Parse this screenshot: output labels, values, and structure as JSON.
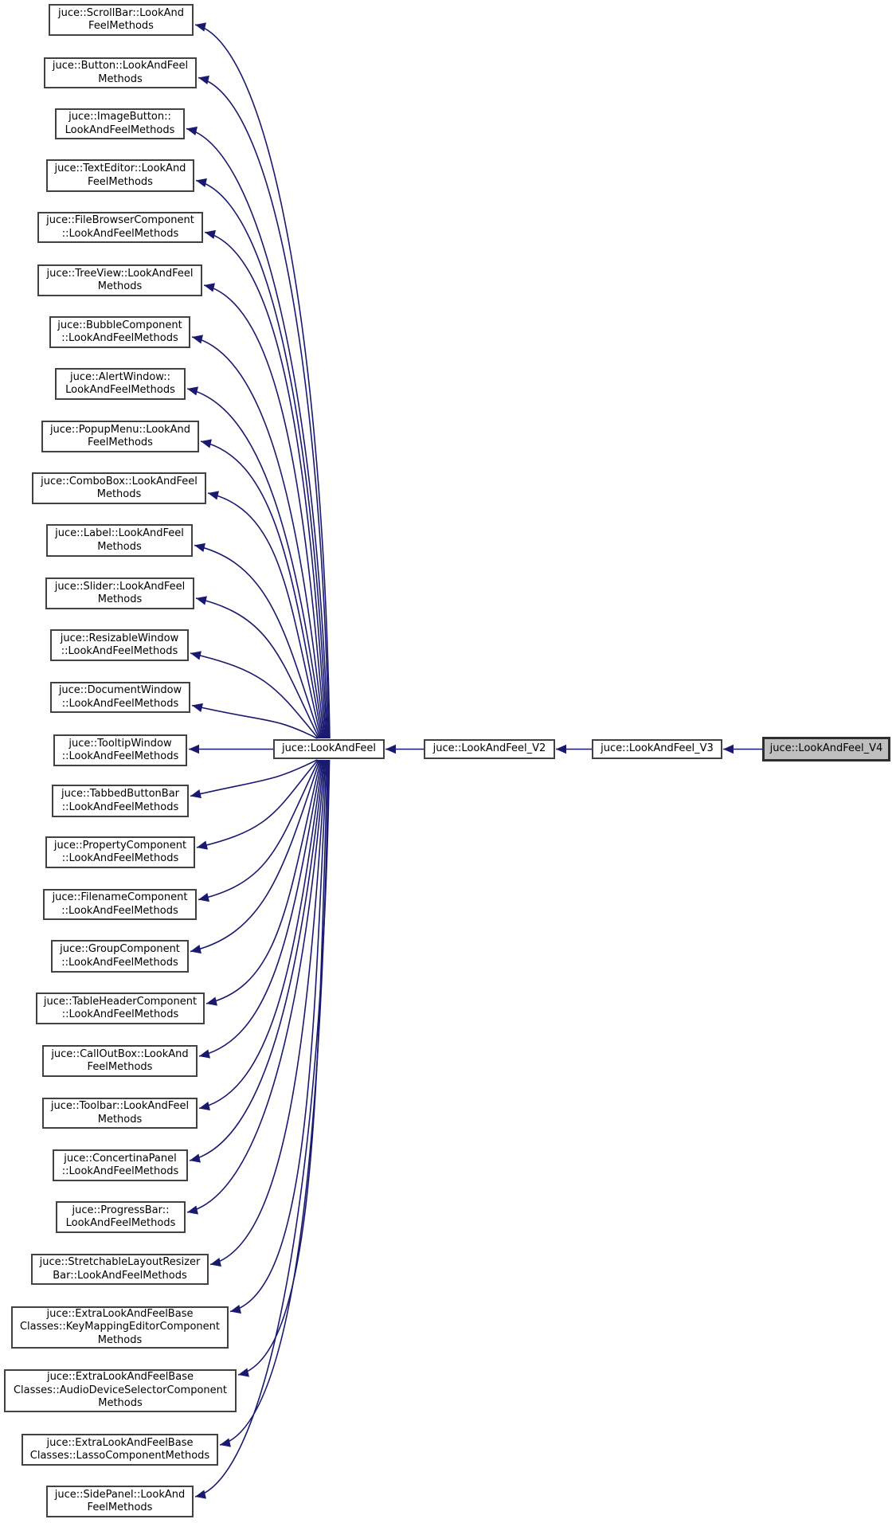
{
  "diagram": {
    "type": "inheritance-graph",
    "colors": {
      "edge": "#191970",
      "box_border": "#424242",
      "box_fill": "#ffffff",
      "highlight_fill": "#bfbfbf",
      "highlight_border": "#2e2e2e",
      "text": "#000000"
    },
    "nodes": [
      {
        "id": "scrollbar",
        "lines": [
          "juce::ScrollBar::LookAnd",
          "FeelMethods"
        ]
      },
      {
        "id": "button",
        "lines": [
          "juce::Button::LookAndFeel",
          "Methods"
        ]
      },
      {
        "id": "imagebutton",
        "lines": [
          "juce::ImageButton::",
          "LookAndFeelMethods"
        ]
      },
      {
        "id": "texteditor",
        "lines": [
          "juce::TextEditor::LookAnd",
          "FeelMethods"
        ]
      },
      {
        "id": "filebrowser",
        "lines": [
          "juce::FileBrowserComponent",
          "::LookAndFeelMethods"
        ]
      },
      {
        "id": "treeview",
        "lines": [
          "juce::TreeView::LookAndFeel",
          "Methods"
        ]
      },
      {
        "id": "bubble",
        "lines": [
          "juce::BubbleComponent",
          "::LookAndFeelMethods"
        ]
      },
      {
        "id": "alertwindow",
        "lines": [
          "juce::AlertWindow::",
          "LookAndFeelMethods"
        ]
      },
      {
        "id": "popupmenu",
        "lines": [
          "juce::PopupMenu::LookAnd",
          "FeelMethods"
        ]
      },
      {
        "id": "combobox",
        "lines": [
          "juce::ComboBox::LookAndFeel",
          "Methods"
        ]
      },
      {
        "id": "label",
        "lines": [
          "juce::Label::LookAndFeel",
          "Methods"
        ]
      },
      {
        "id": "slider",
        "lines": [
          "juce::Slider::LookAndFeel",
          "Methods"
        ]
      },
      {
        "id": "resizablewindow",
        "lines": [
          "juce::ResizableWindow",
          "::LookAndFeelMethods"
        ]
      },
      {
        "id": "documentwindow",
        "lines": [
          "juce::DocumentWindow",
          "::LookAndFeelMethods"
        ]
      },
      {
        "id": "tooltipwindow",
        "lines": [
          "juce::TooltipWindow",
          "::LookAndFeelMethods"
        ]
      },
      {
        "id": "tabbedbuttonbar",
        "lines": [
          "juce::TabbedButtonBar",
          "::LookAndFeelMethods"
        ]
      },
      {
        "id": "propertycomponent",
        "lines": [
          "juce::PropertyComponent",
          "::LookAndFeelMethods"
        ]
      },
      {
        "id": "filenamecomponent",
        "lines": [
          "juce::FilenameComponent",
          "::LookAndFeelMethods"
        ]
      },
      {
        "id": "groupcomponent",
        "lines": [
          "juce::GroupComponent",
          "::LookAndFeelMethods"
        ]
      },
      {
        "id": "tableheader",
        "lines": [
          "juce::TableHeaderComponent",
          "::LookAndFeelMethods"
        ]
      },
      {
        "id": "calloutbox",
        "lines": [
          "juce::CallOutBox::LookAnd",
          "FeelMethods"
        ]
      },
      {
        "id": "toolbar",
        "lines": [
          "juce::Toolbar::LookAndFeel",
          "Methods"
        ]
      },
      {
        "id": "concertinapanel",
        "lines": [
          "juce::ConcertinaPanel",
          "::LookAndFeelMethods"
        ]
      },
      {
        "id": "progressbar",
        "lines": [
          "juce::ProgressBar::",
          "LookAndFeelMethods"
        ]
      },
      {
        "id": "stretchable",
        "lines": [
          "juce::StretchableLayoutResizer",
          "Bar::LookAndFeelMethods"
        ]
      },
      {
        "id": "keymapping",
        "lines": [
          "juce::ExtraLookAndFeelBase",
          "Classes::KeyMappingEditorComponent",
          "Methods"
        ]
      },
      {
        "id": "audiodevice",
        "lines": [
          "juce::ExtraLookAndFeelBase",
          "Classes::AudioDeviceSelectorComponent",
          "Methods"
        ]
      },
      {
        "id": "lasso",
        "lines": [
          "juce::ExtraLookAndFeelBase",
          "Classes::LassoComponentMethods"
        ]
      },
      {
        "id": "sidepanel",
        "lines": [
          "juce::SidePanel::LookAnd",
          "FeelMethods"
        ]
      },
      {
        "id": "lookandfeel",
        "lines": [
          "juce::LookAndFeel"
        ]
      },
      {
        "id": "v2",
        "lines": [
          "juce::LookAndFeel_V2"
        ]
      },
      {
        "id": "v3",
        "lines": [
          "juce::LookAndFeel_V3"
        ]
      },
      {
        "id": "v4",
        "lines": [
          "juce::LookAndFeel_V4"
        ],
        "highlight": true
      }
    ],
    "edges": [
      {
        "from": "lookandfeel",
        "to": "scrollbar"
      },
      {
        "from": "lookandfeel",
        "to": "button"
      },
      {
        "from": "lookandfeel",
        "to": "imagebutton"
      },
      {
        "from": "lookandfeel",
        "to": "texteditor"
      },
      {
        "from": "lookandfeel",
        "to": "filebrowser"
      },
      {
        "from": "lookandfeel",
        "to": "treeview"
      },
      {
        "from": "lookandfeel",
        "to": "bubble"
      },
      {
        "from": "lookandfeel",
        "to": "alertwindow"
      },
      {
        "from": "lookandfeel",
        "to": "popupmenu"
      },
      {
        "from": "lookandfeel",
        "to": "combobox"
      },
      {
        "from": "lookandfeel",
        "to": "label"
      },
      {
        "from": "lookandfeel",
        "to": "slider"
      },
      {
        "from": "lookandfeel",
        "to": "resizablewindow"
      },
      {
        "from": "lookandfeel",
        "to": "documentwindow"
      },
      {
        "from": "lookandfeel",
        "to": "tooltipwindow"
      },
      {
        "from": "lookandfeel",
        "to": "tabbedbuttonbar"
      },
      {
        "from": "lookandfeel",
        "to": "propertycomponent"
      },
      {
        "from": "lookandfeel",
        "to": "filenamecomponent"
      },
      {
        "from": "lookandfeel",
        "to": "groupcomponent"
      },
      {
        "from": "lookandfeel",
        "to": "tableheader"
      },
      {
        "from": "lookandfeel",
        "to": "calloutbox"
      },
      {
        "from": "lookandfeel",
        "to": "toolbar"
      },
      {
        "from": "lookandfeel",
        "to": "concertinapanel"
      },
      {
        "from": "lookandfeel",
        "to": "progressbar"
      },
      {
        "from": "lookandfeel",
        "to": "stretchable"
      },
      {
        "from": "lookandfeel",
        "to": "keymapping"
      },
      {
        "from": "lookandfeel",
        "to": "audiodevice"
      },
      {
        "from": "lookandfeel",
        "to": "lasso"
      },
      {
        "from": "lookandfeel",
        "to": "sidepanel"
      },
      {
        "from": "v2",
        "to": "lookandfeel"
      },
      {
        "from": "v3",
        "to": "v2"
      },
      {
        "from": "v4",
        "to": "v3"
      }
    ]
  }
}
